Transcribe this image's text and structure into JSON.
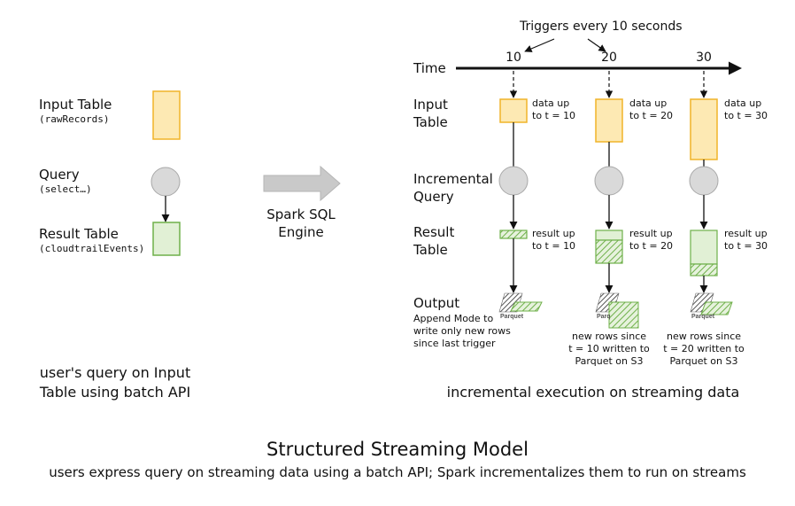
{
  "left": {
    "input_title": "Input Table",
    "input_sub": "(rawRecords)",
    "query_title": "Query",
    "query_sub": "(select…)",
    "result_title": "Result Table",
    "result_sub": "(cloudtrailEvents)",
    "caption_line1": "user's query on Input",
    "caption_line2": "Table using batch API"
  },
  "engine": {
    "line1": "Spark SQL",
    "line2": "Engine"
  },
  "right": {
    "triggers_label": "Triggers every 10 seconds",
    "time_label": "Time",
    "ticks": [
      "10",
      "20",
      "30"
    ],
    "row_input_1": "Input",
    "row_input_2": "Table",
    "row_query_1": "Incremental",
    "row_query_2": "Query",
    "row_result_1": "Result",
    "row_result_2": "Table",
    "row_output": "Output",
    "output_desc": [
      "Append Mode to",
      "write only new rows",
      "since last trigger"
    ],
    "data_notes": [
      [
        "data up",
        "to t = 10"
      ],
      [
        "data up",
        "to t = 20"
      ],
      [
        "data up",
        "to t = 30"
      ]
    ],
    "result_notes": [
      [
        "result up",
        "to t = 10"
      ],
      [
        "result up",
        "to t = 20"
      ],
      [
        "result up",
        "to t = 30"
      ]
    ],
    "parquet_label": "Parquet",
    "parquet_label_partial": "Parq",
    "new_rows_notes": [
      [
        "new rows since",
        "t = 10 written to",
        "Parquet on S3"
      ],
      [
        "new rows since",
        "t = 20 written to",
        "Parquet on S3"
      ]
    ],
    "caption": "incremental execution on streaming data"
  },
  "footer": {
    "title": "Structured Streaming Model",
    "subtitle": "users express query on streaming data using a batch API; Spark incrementalizes them to run on streams"
  },
  "colors": {
    "input_fill": "#fde9b3",
    "input_stroke": "#f0b429",
    "result_fill": "#e1f0d5",
    "result_stroke": "#6fb04a",
    "query_fill": "#d9d9d9",
    "query_stroke": "#a8a8a8",
    "arrow_fill": "#c9c9c9"
  }
}
